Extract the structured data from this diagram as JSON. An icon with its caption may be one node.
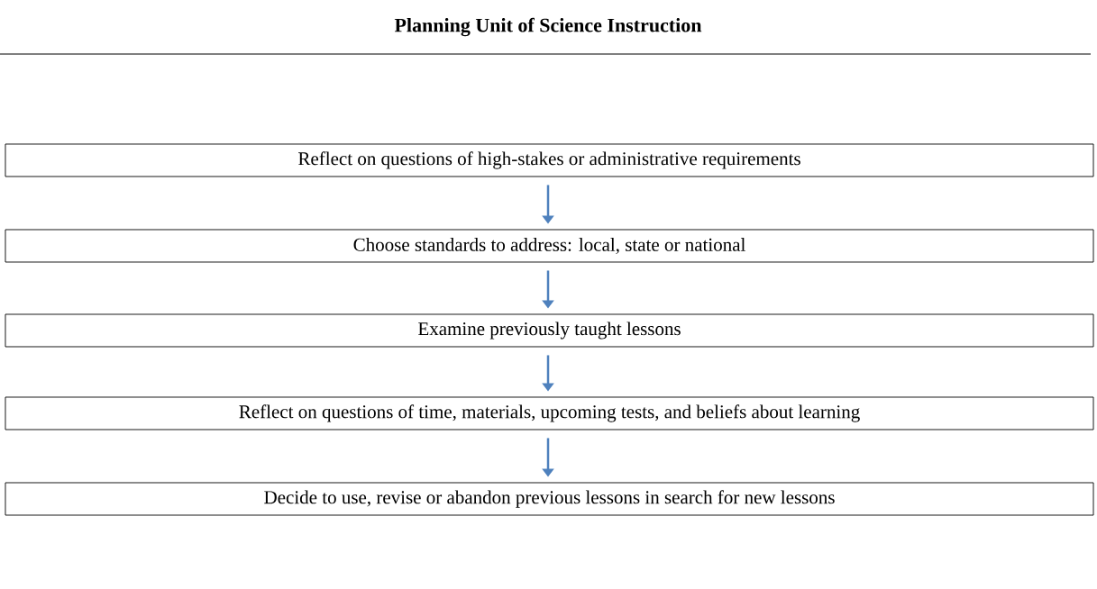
{
  "diagram": {
    "title": "Planning Unit of Science Instruction",
    "nodes": [
      {
        "text": [
          "Reflect on questions of high-stakes or administrative requirements"
        ]
      },
      {
        "text": [
          "Choose standards to address: local, state or national"
        ]
      },
      {
        "text": [
          "Examine previously taught lessons"
        ]
      },
      {
        "text": [
          "Reflect on questions of time, materials, upcoming tests, and beliefs about learning"
        ]
      },
      {
        "text": [
          "Decide to use, revise or abandon previous lessons in search for new lessons"
        ]
      }
    ],
    "edges": [
      {
        "from": 0,
        "to": 1,
        "arrow": "to"
      },
      {
        "from": 1,
        "to": 2,
        "arrow": "to"
      },
      {
        "from": 2,
        "to": 3,
        "arrow": "to"
      },
      {
        "from": 3,
        "to": 4,
        "arrow": "to"
      }
    ]
  }
}
